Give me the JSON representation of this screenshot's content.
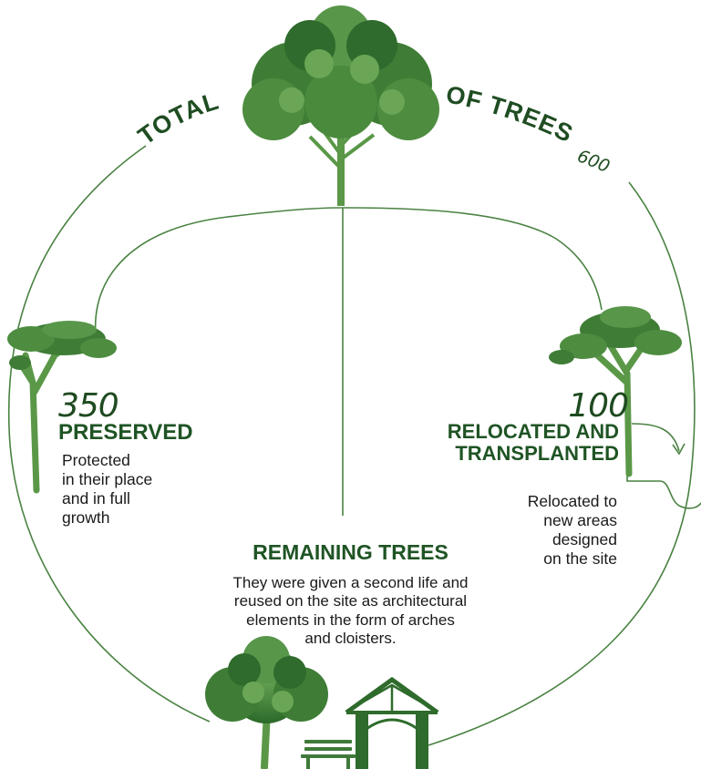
{
  "header": {
    "title_left": "TOTAL",
    "title_right": "OF TREES",
    "total_count": "600"
  },
  "preserved": {
    "count": "350",
    "heading": "PRESERVED",
    "description_lines": [
      "Protected",
      "in their place",
      "and in full",
      "growth"
    ]
  },
  "relocated": {
    "count": "100",
    "heading_lines": [
      "RELOCATED AND",
      "TRANSPLANTED"
    ],
    "description_lines": [
      "Relocated to",
      "new areas",
      "designed",
      "on the site"
    ]
  },
  "remaining": {
    "heading": "REMAINING TREES",
    "description_lines": [
      "They were given a second life and",
      "reused on the site as architectural",
      "elements in the form of arches",
      "and cloisters."
    ]
  },
  "icons": {
    "top": "tree-icon",
    "left": "umbrella-tree-icon",
    "right": "umbrella-tree-icon",
    "bottom": [
      "tree-icon",
      "bench-icon",
      "cloister-arch-icon"
    ]
  },
  "colors": {
    "line": "#3f7a3a",
    "foliage_dark": "#2f6b2c",
    "foliage_light": "#5f9c4e",
    "heading": "#1f5424"
  }
}
